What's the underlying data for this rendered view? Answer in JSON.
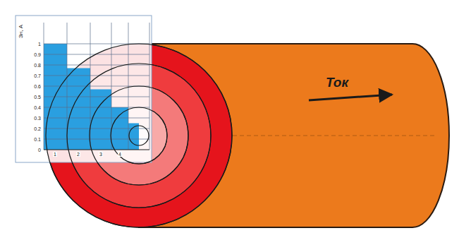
{
  "diagram": {
    "labels": [
      "Зн, А",
      "1",
      "0.9",
      "0.8",
      "0.7",
      "0.6",
      "0.5",
      "0.4",
      "0.3",
      "0.2",
      "0.1",
      "0",
      "1",
      "2",
      "3",
      "4",
      "Ток"
    ]
  }
}
